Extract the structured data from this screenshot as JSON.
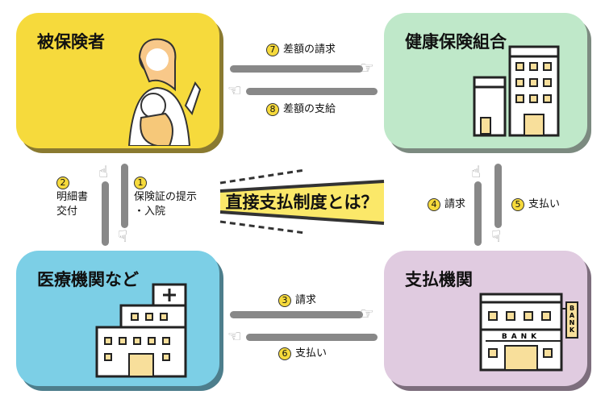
{
  "boxes": {
    "insured": {
      "title": "被保険者",
      "color": "#f6da3c"
    },
    "insurer": {
      "title": "健康保険組合",
      "color": "#bfe8c9"
    },
    "hospital": {
      "title": "医療機関など",
      "color": "#7ccfe6"
    },
    "payer": {
      "title": "支払機関",
      "color": "#e0cbe0"
    }
  },
  "banner": {
    "title": "直接支払制度とは？"
  },
  "steps": [
    {
      "num": "1",
      "label": "保険証の提示",
      "label2": "・入院"
    },
    {
      "num": "2",
      "label": "明細書",
      "label2": "交付"
    },
    {
      "num": "3",
      "label": "請求"
    },
    {
      "num": "4",
      "label": "請求"
    },
    {
      "num": "5",
      "label": "支払い"
    },
    {
      "num": "6",
      "label": "支払い"
    },
    {
      "num": "7",
      "label": "差額の請求"
    },
    {
      "num": "8",
      "label": "差額の支給"
    }
  ],
  "bank": {
    "sign": "BANK",
    "vertical_sign": "BANK"
  }
}
